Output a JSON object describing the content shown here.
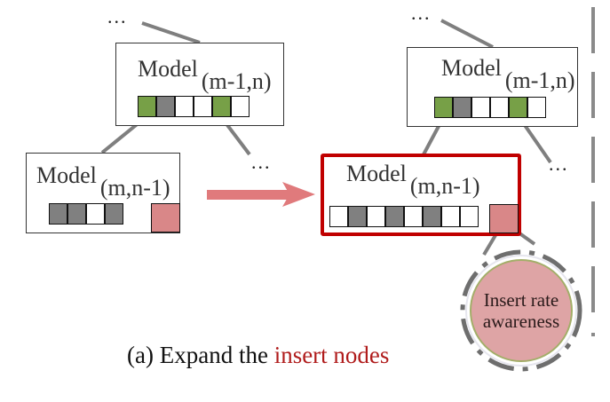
{
  "figure": {
    "caption_prefix": "(a) Expand the ",
    "caption_highlight": "insert nodes",
    "ellipsis": "...",
    "colors": {
      "highlight_red": "#c00000",
      "arrow": "#e07a7c",
      "insert_cell": "#d98788",
      "green_cell": "#77a047",
      "gray_cell": "#808080",
      "circle_fill": "#dea4a5",
      "circle_ring": "#a3ae69",
      "connector": "#7f7f7f"
    }
  },
  "left": {
    "parent": {
      "label": "Model",
      "subscript": "(m-1,n)",
      "cells": [
        "green",
        "gray",
        "white",
        "white",
        "green",
        "white"
      ]
    },
    "child": {
      "label": "Model",
      "subscript": "(m,n-1)",
      "cells": [
        "gray",
        "gray",
        "white",
        "gray"
      ],
      "has_insert_node": true
    }
  },
  "right": {
    "parent": {
      "label": "Model",
      "subscript": "(m-1,n)",
      "cells": [
        "green",
        "gray",
        "white",
        "white",
        "green",
        "white"
      ]
    },
    "child": {
      "label": "Model",
      "subscript": "(m,n-1)",
      "cells": [
        "white",
        "gray",
        "white",
        "gray",
        "white",
        "gray",
        "white",
        "white"
      ],
      "has_insert_node": true,
      "highlighted": true
    },
    "insert_detail": {
      "line1": "Insert rate",
      "line2": "awareness"
    }
  }
}
